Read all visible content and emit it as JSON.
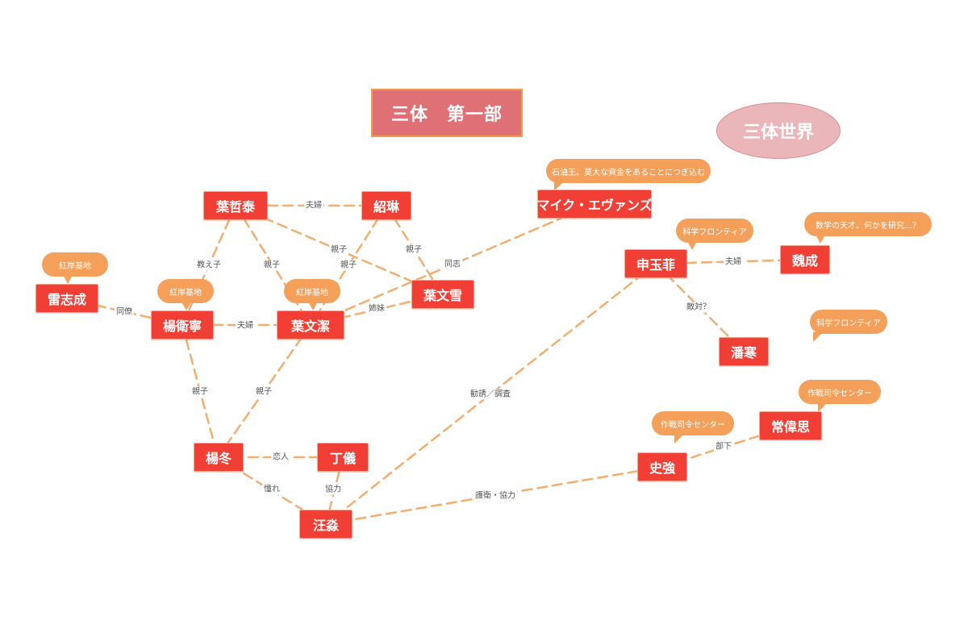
{
  "title": "三体　第一部",
  "world": "三体世界",
  "colors": {
    "edge": "#f2ae6e",
    "node": "#f23f36",
    "bubble": "#f4a05a",
    "title": "#df7176",
    "world": "#eab6b9"
  },
  "nodes": {
    "ye_zhetai": "葉哲泰",
    "shao_lin": "紹琳",
    "mike_evans": "マイク・エヴァンズ",
    "lei_zhicheng": "雷志成",
    "yang_weining": "楊衛寧",
    "ye_wenjie": "葉文潔",
    "ye_wenxue": "葉文雪",
    "shen_yufei": "申玉菲",
    "wei_cheng": "魏成",
    "pan_han": "潘寒",
    "yang_dong": "楊冬",
    "ding_yi": "丁儀",
    "wang_miao": "汪淼",
    "shi_qiang": "史強",
    "chang_weisi": "常偉思"
  },
  "notes": {
    "mike_evans": "石油王。莫大な資金をあることにつぎ込む",
    "lei_zhicheng": "紅岸基地",
    "yang_weining": "紅岸基地",
    "ye_wenjie": "紅岸基地",
    "shen_yufei": "科学フロンティア",
    "wei_cheng": "数学の天才。何かを研究…？",
    "pan_han": "科学フロンティア",
    "shi_qiang": "作戦司令センター",
    "chang_weisi": "作戦司令センター"
  },
  "edges": [
    {
      "id": "e1",
      "label": "夫婦"
    },
    {
      "id": "e2",
      "label": "教え子"
    },
    {
      "id": "e3",
      "label": "親子"
    },
    {
      "id": "e4",
      "label": "親子"
    },
    {
      "id": "e5",
      "label": "親子"
    },
    {
      "id": "e6",
      "label": "親子"
    },
    {
      "id": "e7",
      "label": "同志"
    },
    {
      "id": "e8",
      "label": "同僚"
    },
    {
      "id": "e9",
      "label": "夫婦"
    },
    {
      "id": "e10",
      "label": "姉妹"
    },
    {
      "id": "e11",
      "label": "親子"
    },
    {
      "id": "e12",
      "label": "親子"
    },
    {
      "id": "e13",
      "label": "恋人"
    },
    {
      "id": "e14",
      "label": "憧れ"
    },
    {
      "id": "e15",
      "label": "協力"
    },
    {
      "id": "e16",
      "label": "勧誘／調査"
    },
    {
      "id": "e17",
      "label": "夫婦"
    },
    {
      "id": "e18",
      "label": "敵対？"
    },
    {
      "id": "e19",
      "label": "護衛・協力"
    },
    {
      "id": "e20",
      "label": "部下"
    }
  ]
}
